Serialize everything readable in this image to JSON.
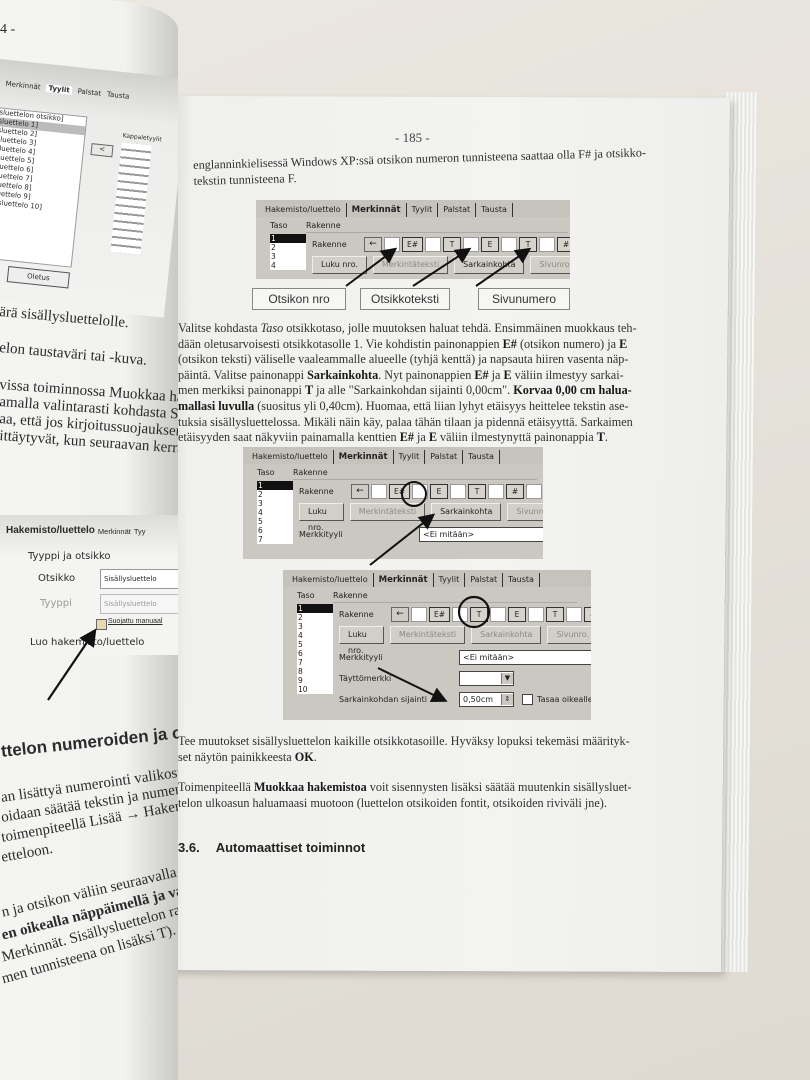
{
  "left_page": {
    "page_number": "4 -",
    "dialog_top": {
      "tabs": [
        "lo",
        "Merkinnät",
        "Tyylit",
        "Palstat",
        "Tausta"
      ],
      "list_items": [
        "llysluettelon otsikko]",
        "llysluettelo 1]",
        "llysluettelo 2]",
        "llysluettelo 3]",
        "llysluettelo 4]",
        "llysluettelo 5]",
        "llysluettelo 6]",
        "llysluettelo 7]",
        "llysluettelo 8]",
        "llysluettelo 9]",
        "sällysluettelo 10]"
      ],
      "arrow_button": "<",
      "styles_label": "Kappaletyylit",
      "default_button": "Oletus"
    },
    "lines_top": [
      "ärä sisällysluettelolle.",
      "elon taustaväri tai -kuva.",
      "vissa toiminnossa Muokkaa hake",
      "amalla valintarasti kohdasta Suoja",
      "aa, että jos kirjoitussuojauksen",
      "ittäytyvät, kun seuraavan kerran"
    ],
    "dialog_bottom": {
      "active_tab": "Hakemisto/luettelo",
      "tabs": [
        "Merkinnät",
        "Tyy"
      ],
      "group": "Tyyppi ja otsikko",
      "title_label": "Otsikko",
      "title_value": "Sisällysluettelo",
      "type_label": "Tyyppi",
      "type_value": "Sisällysluettelo",
      "protect_label": "Suojattu manuaal",
      "create_label": "Luo hakemisto/luettelo"
    },
    "heading": "ttelon numeroiden ja otsikoi",
    "lines_bottom": [
      "an lisättyä numerointi valikosta M",
      "oidaan säätää tekstin ja numeron v",
      "toimenpiteellä Lisää → Hakem",
      "etteloon.",
      "n ja otsikon väliin seuraavalla taval",
      "en oikealla näppäimellä ja valitse",
      "Merkinnät. Sisällysluettelon raken",
      "men tunnisteena on lisäksi T). K"
    ]
  },
  "right_page": {
    "page_number": "- 185 -",
    "intro": [
      "englanninkielisessä Windows XP:ssä otsikon numeron tunnisteena saattaa olla F# ja otsikko-",
      "tekstin tunnisteena F."
    ],
    "callouts": [
      "Otsikon nro",
      "Otsikkoteksti",
      "Sivunumero"
    ],
    "paragraph2": [
      [
        "Valitse kohdasta ",
        {
          "i": "Taso"
        },
        " otsikkotaso, jolle muutoksen haluat tehdä. Ensimmäinen muokkaus teh-"
      ],
      [
        "dään oletusarvoisesti otsikkotasolle 1. Vie kohdistin painonappien ",
        {
          "b": "E#"
        },
        " (otsikon numero) ja ",
        {
          "b": "E"
        }
      ],
      [
        "(otsikon teksti) väliselle vaaleammalle alueelle (tyhjä kenttä) ja napsauta hiiren vasenta näp-"
      ],
      [
        "päintä. Valitse painonappi ",
        {
          "b": "Sarkainkohta"
        },
        ". Nyt painonappien ",
        {
          "b": "E#"
        },
        " ja ",
        {
          "b": "E"
        },
        " väliin ilmestyy sarkai-"
      ],
      [
        "men merkiksi painonappi ",
        {
          "b": "T"
        },
        " ja alle \"Sarkainkohdan sijainti 0,00cm\". ",
        {
          "b": "Korvaa 0,00 cm halua-"
        }
      ],
      [
        {
          "b": "mallasi luvulla"
        },
        " (suositus yli 0,40cm). Huomaa, että liian lyhyt etäisyys heittelee tekstin ase-"
      ],
      [
        "tuksia sisällysluettelossa. Mikäli näin käy, palaa tähän tilaan ja pidennä etäisyyttä. Sarkaimen"
      ],
      [
        "etäisyyden saat näkyviin painamalla kenttien ",
        {
          "b": "E#"
        },
        " ja ",
        {
          "b": "E"
        },
        " väliin ilmestynyttä painonappia ",
        {
          "b": "T"
        },
        "."
      ]
    ],
    "paragraph3": [
      [
        "Tee muutokset sisällysluettelon kaikille otsikkotasoille. Hyväksy lopuksi tekemäsi määrityk-"
      ],
      [
        "set näytön painikkeesta ",
        {
          "b": "OK"
        },
        "."
      ]
    ],
    "paragraph4": [
      [
        "Toimenpiteellä ",
        {
          "b": "Muokkaa hakemistoa"
        },
        " voit sisennysten lisäksi säätää muutenkin sisällysluet-"
      ],
      [
        "telon ulkoasun haluamaasi muotoon (luettelon otsikoiden fontit, otsikoiden riviväli  jne)."
      ]
    ],
    "section_number": "3.6.",
    "section_title": "Automaattiset toiminnot",
    "dialogs": [
      {
        "tabs": [
          "Hakemisto/luettelo",
          "Merkinnät",
          "Tyylit",
          "Palstat",
          "Tausta"
        ],
        "active_tab": 1,
        "taso_label": "Taso",
        "levels": [
          "1",
          "2",
          "3",
          "4"
        ],
        "group_label": "Rakenne",
        "rakenne_label": "Rakenne",
        "tokens": [
          "←",
          "",
          "E#",
          "",
          "T",
          "",
          "E",
          "",
          "T",
          "",
          "#",
          "→"
        ],
        "buttons": [
          {
            "label": "Luku nro.",
            "disabled": false
          },
          {
            "label": "Merkintäteksti",
            "disabled": true
          },
          {
            "label": "Sarkainkohta",
            "disabled": false
          },
          {
            "label": "Sivunro.",
            "disabled": true
          }
        ],
        "fields": []
      },
      {
        "tabs": [
          "Hakemisto/luettelo",
          "Merkinnät",
          "Tyylit",
          "Palstat",
          "Tausta"
        ],
        "active_tab": 1,
        "taso_label": "Taso",
        "levels": [
          "1",
          "2",
          "3",
          "4",
          "5",
          "6",
          "7"
        ],
        "group_label": "Rakenne",
        "rakenne_label": "Rakenne",
        "tokens": [
          "←",
          "",
          "E#",
          "",
          "E",
          "",
          "T",
          "",
          "#",
          ""
        ],
        "buttons": [
          {
            "label": "Luku nro.",
            "disabled": false
          },
          {
            "label": "Merkintäteksti",
            "disabled": true
          },
          {
            "label": "Sarkainkohta",
            "disabled": false
          },
          {
            "label": "Sivunro.",
            "disabled": true
          }
        ],
        "fields": [
          {
            "label": "Merkkityyli",
            "value": "<Ei mitään>",
            "type": "select"
          }
        ]
      },
      {
        "tabs": [
          "Hakemisto/luettelo",
          "Merkinnät",
          "Tyylit",
          "Palstat",
          "Tausta"
        ],
        "active_tab": 1,
        "taso_label": "Taso",
        "levels": [
          "1",
          "2",
          "3",
          "4",
          "5",
          "6",
          "7",
          "8",
          "9",
          "10"
        ],
        "group_label": "Rakenne",
        "rakenne_label": "Rakenne",
        "tokens": [
          "←",
          "",
          "E#",
          "",
          "T",
          "",
          "E",
          "",
          "T",
          "",
          "#"
        ],
        "buttons": [
          {
            "label": "Luku nro.",
            "disabled": false
          },
          {
            "label": "Merkintäteksti",
            "disabled": true
          },
          {
            "label": "Sarkainkohta",
            "disabled": true
          },
          {
            "label": "Sivunro.",
            "disabled": true
          }
        ],
        "fields": [
          {
            "label": "Merkkityyli",
            "value": "<Ei mitään>",
            "type": "select"
          },
          {
            "label": "Täyttömerkki",
            "value": "",
            "type": "select-small"
          },
          {
            "label": "Sarkainkohdan sijainti",
            "value": "0,50cm",
            "type": "spin",
            "checkbox_label": "Tasaa oikealle"
          }
        ]
      }
    ]
  }
}
